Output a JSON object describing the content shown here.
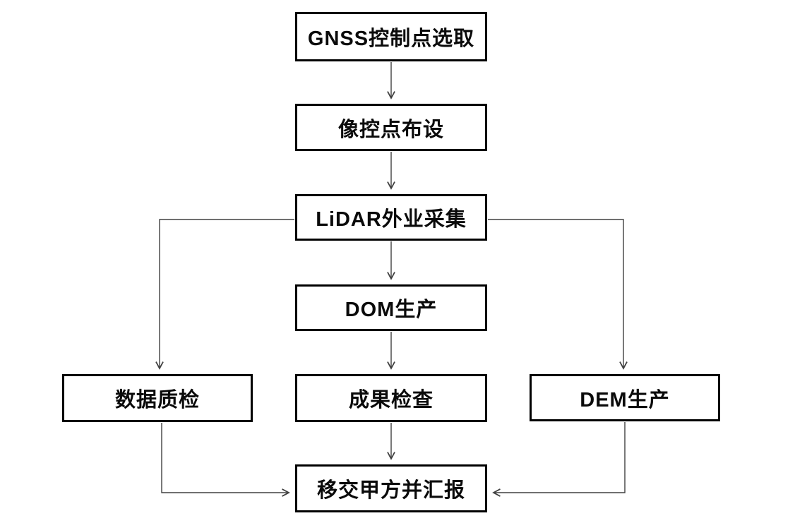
{
  "diagram": {
    "type": "flowchart",
    "background_color": "#ffffff",
    "box_border_color": "#000000",
    "line_color": "#404040",
    "nodes": [
      {
        "id": "gnss",
        "label": "GNSS控制点选取"
      },
      {
        "id": "xkd",
        "label": "像控点布设"
      },
      {
        "id": "lidar",
        "label": "LiDAR外业采集"
      },
      {
        "id": "dom",
        "label": "DOM生产"
      },
      {
        "id": "check",
        "label": "成果检查"
      },
      {
        "id": "qc",
        "label": "数据质检"
      },
      {
        "id": "dem",
        "label": "DEM生产"
      },
      {
        "id": "deliver",
        "label": "移交甲方并汇报"
      }
    ],
    "edges": [
      {
        "from": "GNSS控制点选取",
        "to": "像控点布设"
      },
      {
        "from": "像控点布设",
        "to": "LiDAR外业采集"
      },
      {
        "from": "LiDAR外业采集",
        "to": "DOM生产"
      },
      {
        "from": "LiDAR外业采集",
        "to": "数据质检"
      },
      {
        "from": "LiDAR外业采集",
        "to": "DEM生产"
      },
      {
        "from": "DOM生产",
        "to": "成果检查"
      },
      {
        "from": "成果检查",
        "to": "移交甲方并汇报"
      },
      {
        "from": "数据质检",
        "to": "移交甲方并汇报"
      },
      {
        "from": "DEM生产",
        "to": "移交甲方并汇报"
      }
    ]
  }
}
